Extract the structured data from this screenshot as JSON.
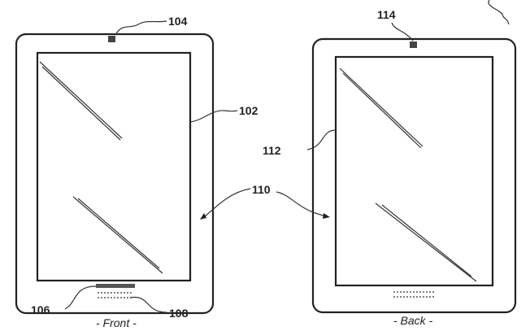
{
  "figure": {
    "front": {
      "caption": "- Front -",
      "labels": {
        "device": "102",
        "camera": "104",
        "speaker": "106",
        "microphone": "108"
      }
    },
    "back": {
      "caption": "- Back -",
      "labels": {
        "screen": "112",
        "camera": "114"
      }
    },
    "shared_label": "110"
  }
}
